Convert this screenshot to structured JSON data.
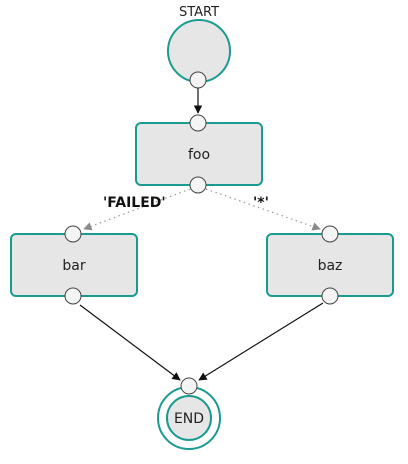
{
  "start": {
    "label": "START"
  },
  "end": {
    "label": "END"
  },
  "nodes": [
    {
      "id": "foo",
      "label": "foo"
    },
    {
      "id": "bar",
      "label": "bar"
    },
    {
      "id": "baz",
      "label": "baz"
    }
  ],
  "edges": [
    {
      "from": "start",
      "to": "foo",
      "style": "solid",
      "label": ""
    },
    {
      "from": "foo",
      "to": "bar",
      "style": "dotted",
      "label": "'FAILED'"
    },
    {
      "from": "foo",
      "to": "baz",
      "style": "dotted",
      "label": "'*'"
    },
    {
      "from": "bar",
      "to": "end",
      "style": "solid",
      "label": ""
    },
    {
      "from": "baz",
      "to": "end",
      "style": "solid",
      "label": ""
    }
  ],
  "colors": {
    "node_border": "#1a9a90",
    "node_fill": "#e6e6e6",
    "solid_edge": "#111111",
    "dotted_edge": "#9a9a9a"
  }
}
